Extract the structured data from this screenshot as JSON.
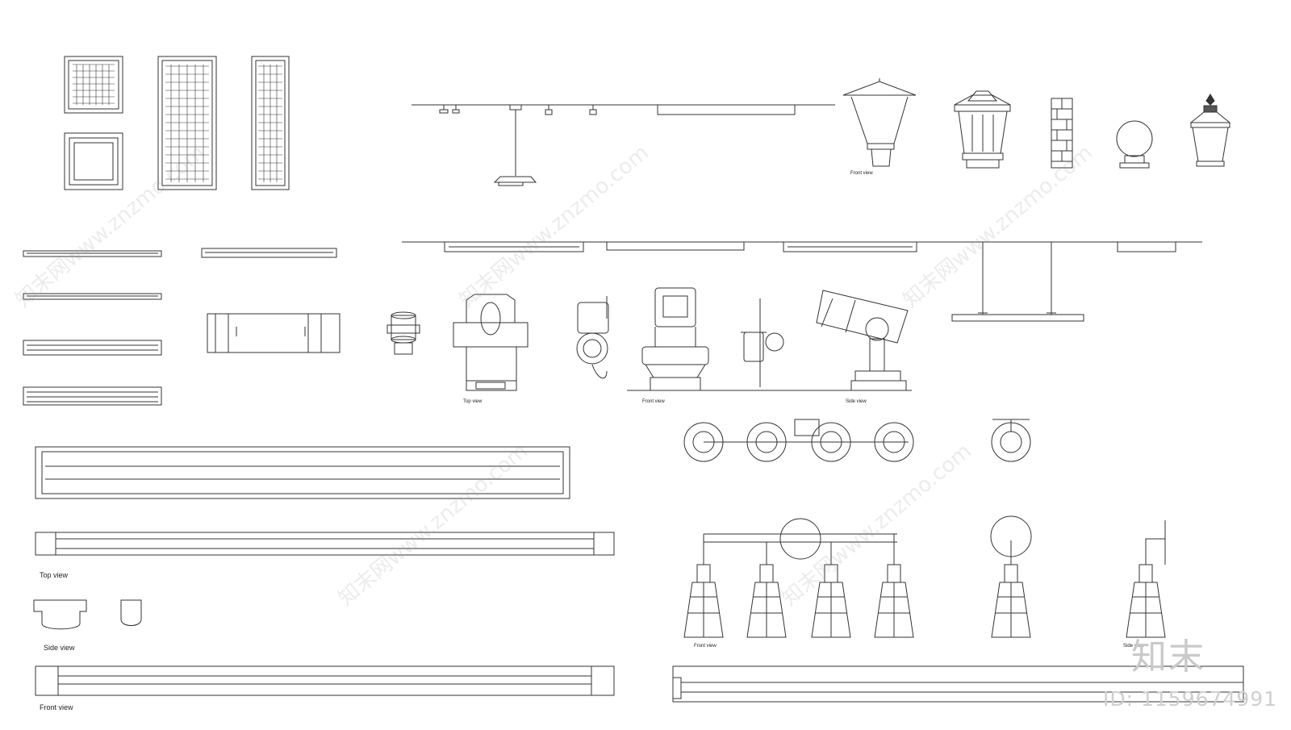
{
  "labels": {
    "front_view_lamp": "Front view",
    "top_view_spot": "Top view",
    "front_view_spot": "Front view",
    "side_view_spot": "Side view",
    "top_view_batten": "Top view",
    "side_view_batten": "Side view",
    "front_view_batten": "Front view",
    "front_view_sconce": "Front view",
    "side_view_sconce": "Side view"
  },
  "watermark": {
    "brand": "知末",
    "id_text": "ID: 1159674991",
    "repeat_text": "知末网www.znzmo.com"
  },
  "colors": {
    "line": "#333333",
    "watermark": "#c9c9c9",
    "background": "#ffffff"
  }
}
